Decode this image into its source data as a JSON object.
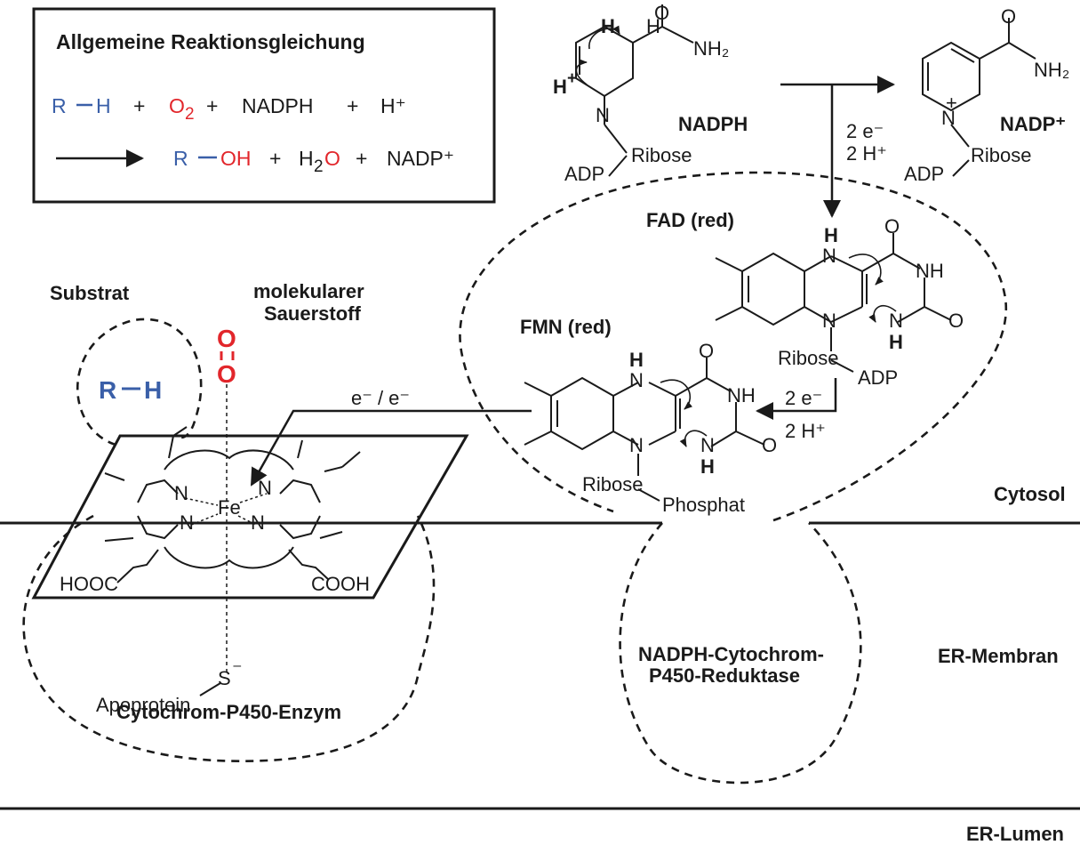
{
  "equation": {
    "title": "Allgemeine Reaktionsgleichung",
    "r": "R",
    "h": "H",
    "plus": "+",
    "o": "O",
    "two": "2",
    "nadph": "NADPH",
    "hplus": "H⁺",
    "oh": "OH",
    "h2o_h": "H",
    "h2o_o": "O",
    "nadp": "NADP⁺"
  },
  "labels": {
    "substrat": "Substrat",
    "sauerstoff_1": "molekularer",
    "sauerstoff_2": "Sauerstoff",
    "rh_r": "R",
    "rh_h": "H",
    "o_top": "O",
    "o_bottom": "O",
    "cytosol": "Cytosol",
    "er_membran": "ER-Membran",
    "er_lumen": "ER-Lumen",
    "p450_enzym": "Cytochrom-P450-Enzym",
    "reduktase_1": "NADPH-Cytochrom-",
    "reduktase_2": "P450-Reduktase",
    "fad": "FAD (red)",
    "fmn": "FMN (red)",
    "nadph_label": "NADPH",
    "nadp_label": "NADP⁺",
    "h_plus_left": "H",
    "plus_sign": "+",
    "e_transfer_1": "2 e⁻",
    "e_transfer_2": "2 H⁺",
    "e_transfer_3": "2 e⁻",
    "e_transfer_4": "2 H⁺",
    "e_single": "e⁻ / e⁻"
  },
  "molecules": {
    "nadph": {
      "h1": "H",
      "h2": "H",
      "o": "O",
      "nh2": "NH₂",
      "n": "N",
      "ribose": "Ribose",
      "adp": "ADP"
    },
    "nadp": {
      "o": "O",
      "nh2": "NH₂",
      "n": "N",
      "plus": "+",
      "ribose": "Ribose",
      "adp": "ADP"
    },
    "fad": {
      "h_top": "H",
      "n1": "N",
      "o1": "O",
      "nh": "NH",
      "n2": "N",
      "n3": "N",
      "o2": "O",
      "h_bottom": "H",
      "ribose": "Ribose",
      "adp": "ADP"
    },
    "fmn": {
      "h_top": "H",
      "n1": "N",
      "o1": "O",
      "nh": "NH",
      "n2": "N",
      "n3": "N",
      "o2": "O",
      "h_bottom": "H",
      "ribose": "Ribose",
      "phosphat": "Phosphat"
    },
    "heme": {
      "n1": "N",
      "n2": "N",
      "n3": "N",
      "n4": "N",
      "fe": "Fe",
      "hooc": "HOOC",
      "cooh": "COOH",
      "s": "S",
      "s_charge": "⁻",
      "apoprotein": "Apoprotein"
    }
  }
}
